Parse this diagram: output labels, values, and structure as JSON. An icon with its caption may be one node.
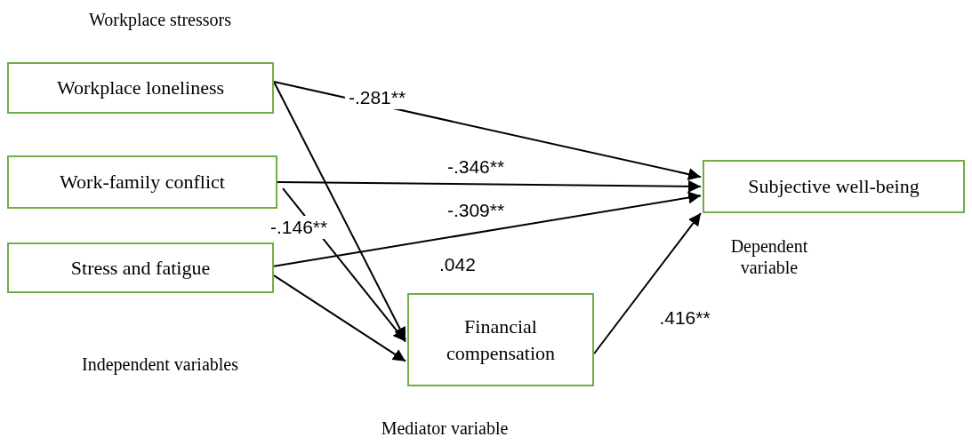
{
  "diagram": {
    "nodes": [
      {
        "text": [
          "Workplace loneliness"
        ]
      },
      {
        "text": [
          "Work-family conflict"
        ]
      },
      {
        "text": [
          "Stress and fatigue"
        ]
      },
      {
        "text": [
          "Financial compensation"
        ]
      },
      {
        "text": [
          "Subjective well-being"
        ]
      }
    ],
    "edges": [
      {
        "from": 0,
        "to": 4,
        "arrow": "to",
        "label": "-.281**"
      },
      {
        "from": 1,
        "to": 4,
        "arrow": "to",
        "label": "-.346**"
      },
      {
        "from": 2,
        "to": 4,
        "arrow": "to",
        "label": "-.309**"
      },
      {
        "from": 0,
        "to": 3,
        "arrow": "to"
      },
      {
        "from": 1,
        "to": 3,
        "arrow": "to"
      },
      {
        "from": 2,
        "to": 3,
        "arrow": "to"
      },
      {
        "from": 3,
        "to": 4,
        "arrow": "to",
        "label": ".416**"
      }
    ],
    "labels": [
      "Workplace stressors",
      "-.146**",
      ".042",
      "Dependent variable",
      "Independent variables",
      "Mediator variable"
    ]
  }
}
